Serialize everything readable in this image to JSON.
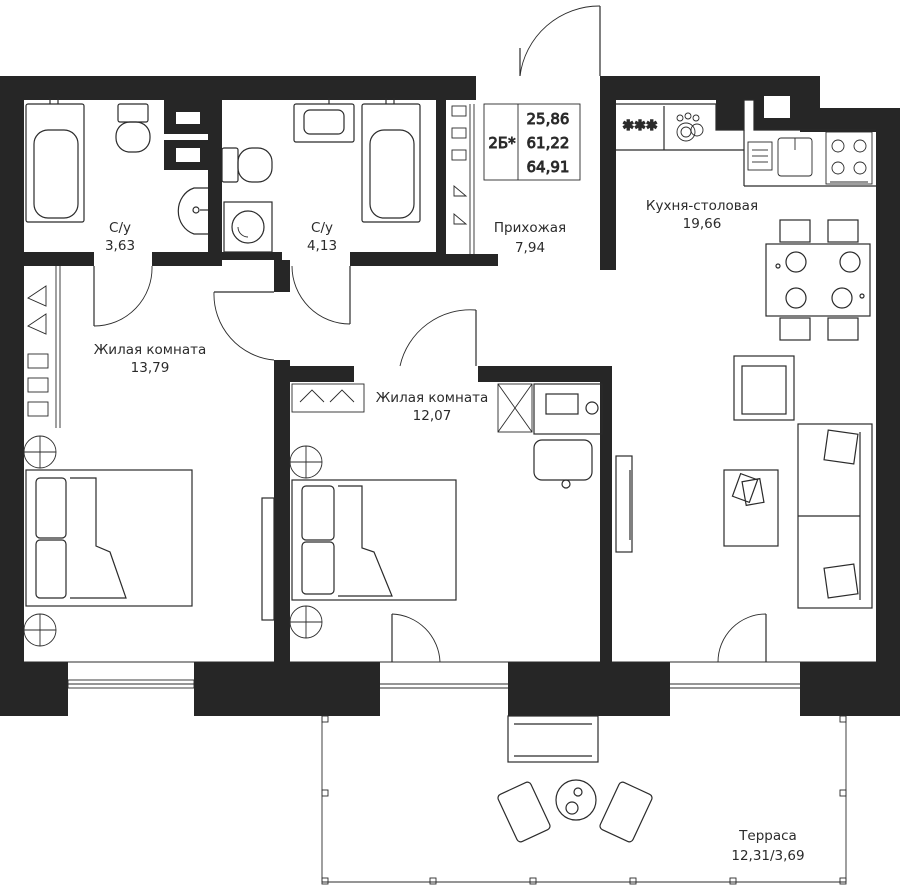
{
  "colors": {
    "wall": "#262626",
    "line": "#2b2b2b",
    "background": "#ffffff"
  },
  "unit": {
    "type": "2Б*",
    "area_living": "25,86",
    "area_total": "61,22",
    "area_total_with_terrace": "64,91"
  },
  "rooms": {
    "bathroom1": {
      "label": "С/у",
      "area": "3,63"
    },
    "bathroom2": {
      "label": "С/у",
      "area": "4,13"
    },
    "hallway": {
      "label": "Прихожая",
      "area": "7,94"
    },
    "kitchen": {
      "label": "Кухня-столовая",
      "area": "19,66"
    },
    "bedroom1": {
      "label": "Жилая комната",
      "area": "13,79"
    },
    "bedroom2": {
      "label": "Жилая комната",
      "area": "12,07"
    },
    "terrace": {
      "label": "Терраса",
      "area": "12,31/3,69"
    }
  },
  "icons": [
    "bathtub-icon",
    "toilet-icon",
    "sink-icon",
    "washing-machine-icon",
    "stove-icon",
    "bed-icon",
    "sofa-icon",
    "armchair-icon",
    "dining-table-icon",
    "desk-icon",
    "wardrobe-icon",
    "door-icon",
    "window-icon"
  ]
}
